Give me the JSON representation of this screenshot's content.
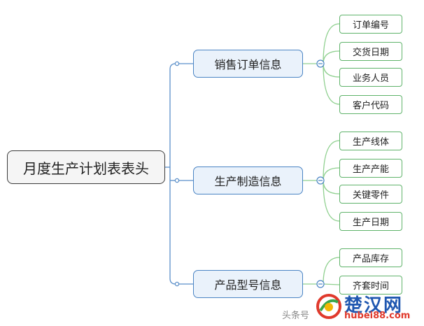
{
  "root": {
    "label": "月度生产计划表表头"
  },
  "branches": [
    {
      "label": "销售订单信息",
      "children": [
        "订单编号",
        "交货日期",
        "业务人员",
        "客户代码"
      ]
    },
    {
      "label": "生产制造信息",
      "children": [
        "生产线体",
        "生产产能",
        "关键零件",
        "生产日期"
      ]
    },
    {
      "label": "产品型号信息",
      "children": [
        "产品库存",
        "齐套时间"
      ]
    }
  ],
  "watermark": {
    "source_text": "头条号",
    "site_name": "楚汉网",
    "site_url": "hubei88.com"
  },
  "colors": {
    "root_border": "#3a3a3a",
    "branch_border": "#4a84c4",
    "branch_fill": "#eaf2fb",
    "leaf_border": "#5fb36a",
    "root_connector": "#5b8fc9",
    "leaf_connector": "#8fd08f"
  }
}
